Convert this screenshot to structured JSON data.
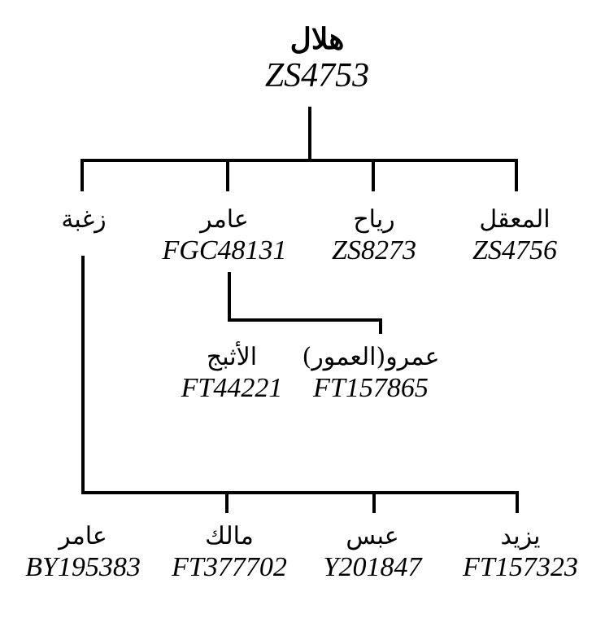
{
  "root": {
    "name": "هلال",
    "code": "ZS4753"
  },
  "level1": [
    {
      "name": "المعقل",
      "code": "ZS4756"
    },
    {
      "name": "رياح",
      "code": "ZS8273"
    },
    {
      "name": "عامر",
      "code": "FGC48131"
    },
    {
      "name": "زغبة",
      "code": ""
    }
  ],
  "amer_children": [
    {
      "name": "عمرو(العمور)",
      "code": "FT157865"
    },
    {
      "name": "الأثبج",
      "code": "FT44221"
    }
  ],
  "zoghba_children": [
    {
      "name": "يزيد",
      "code": "FT157323"
    },
    {
      "name": "عبس",
      "code": "Y201847"
    },
    {
      "name": "مالك",
      "code": "FT377702"
    },
    {
      "name": "عامر",
      "code": "BY195383"
    }
  ]
}
